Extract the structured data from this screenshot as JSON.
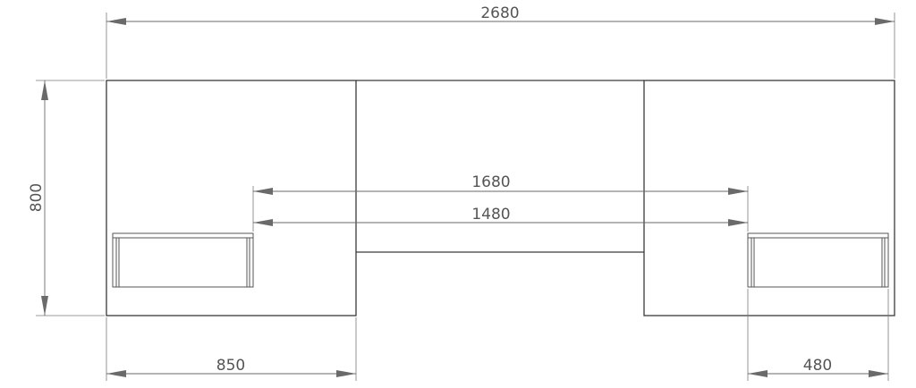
{
  "dimensions": {
    "overall_width": "2680",
    "height": "800",
    "inner_span_outer": "1680",
    "inner_span_inner": "1480",
    "left_unit_width": "850",
    "right_drawer_width": "480"
  }
}
